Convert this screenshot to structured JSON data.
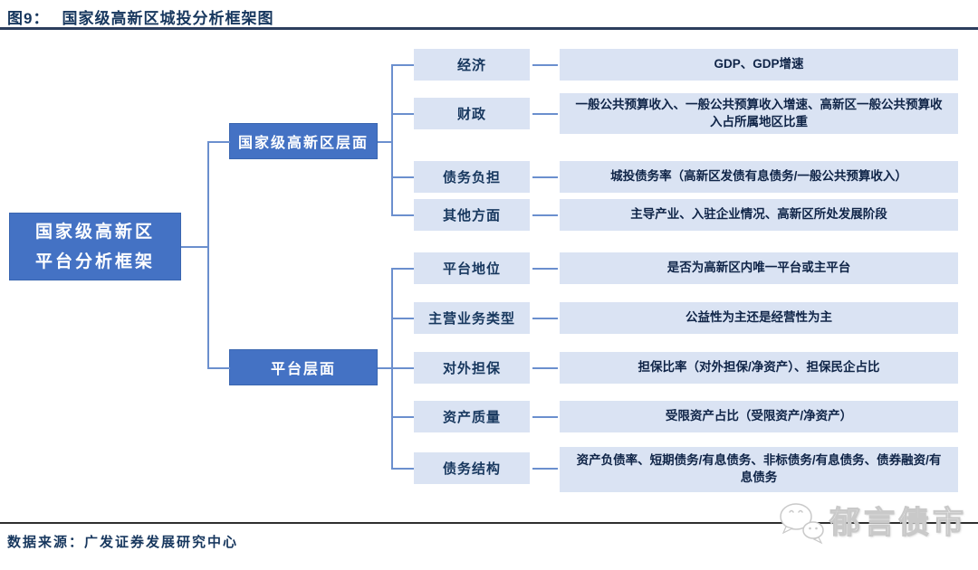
{
  "figure": {
    "title_prefix": "图9：",
    "title": "国家级高新区城投分析框架图"
  },
  "root": {
    "lines": [
      "国家级高新区",
      "平台分析框架"
    ]
  },
  "branches": [
    {
      "label": "国家级高新区层面",
      "rows": [
        {
          "label": "经济",
          "desc": "GDP、GDP增速"
        },
        {
          "label": "财政",
          "desc": "一般公共预算收入、一般公共预算收入增速、高新区一般公共预算收入占所属地区比重"
        },
        {
          "label": "债务负担",
          "desc": "城投债务率（高新区发债有息债务/一般公共预算收入）"
        },
        {
          "label": "其他方面",
          "desc": "主导产业、入驻企业情况、高新区所处发展阶段"
        }
      ]
    },
    {
      "label": "平台层面",
      "rows": [
        {
          "label": "平台地位",
          "desc": "是否为高新区内唯一平台或主平台"
        },
        {
          "label": "主营业务类型",
          "desc": "公益性为主还是经营性为主"
        },
        {
          "label": "对外担保",
          "desc": "担保比率（对外担保/净资产）、担保民企占比"
        },
        {
          "label": "资产质量",
          "desc": "受限资产占比（受限资产/净资产）"
        },
        {
          "label": "债务结构",
          "desc": "资产负债率、短期债务/有息债务、非标债务/有息债务、债券融资/有息债务"
        }
      ]
    }
  ],
  "footer": {
    "source": "数据来源：广发证券发展研究中心"
  },
  "watermark": {
    "text": "郁言债市",
    "icon": "wechat-chat-bubbles-icon"
  },
  "colors": {
    "node_blue": "#4472C4",
    "light_blue": "#DAE3F3",
    "connector_blue": "#6B8FCE",
    "navy_text": "#17375E",
    "rule_dark": "#2C3E5D"
  }
}
